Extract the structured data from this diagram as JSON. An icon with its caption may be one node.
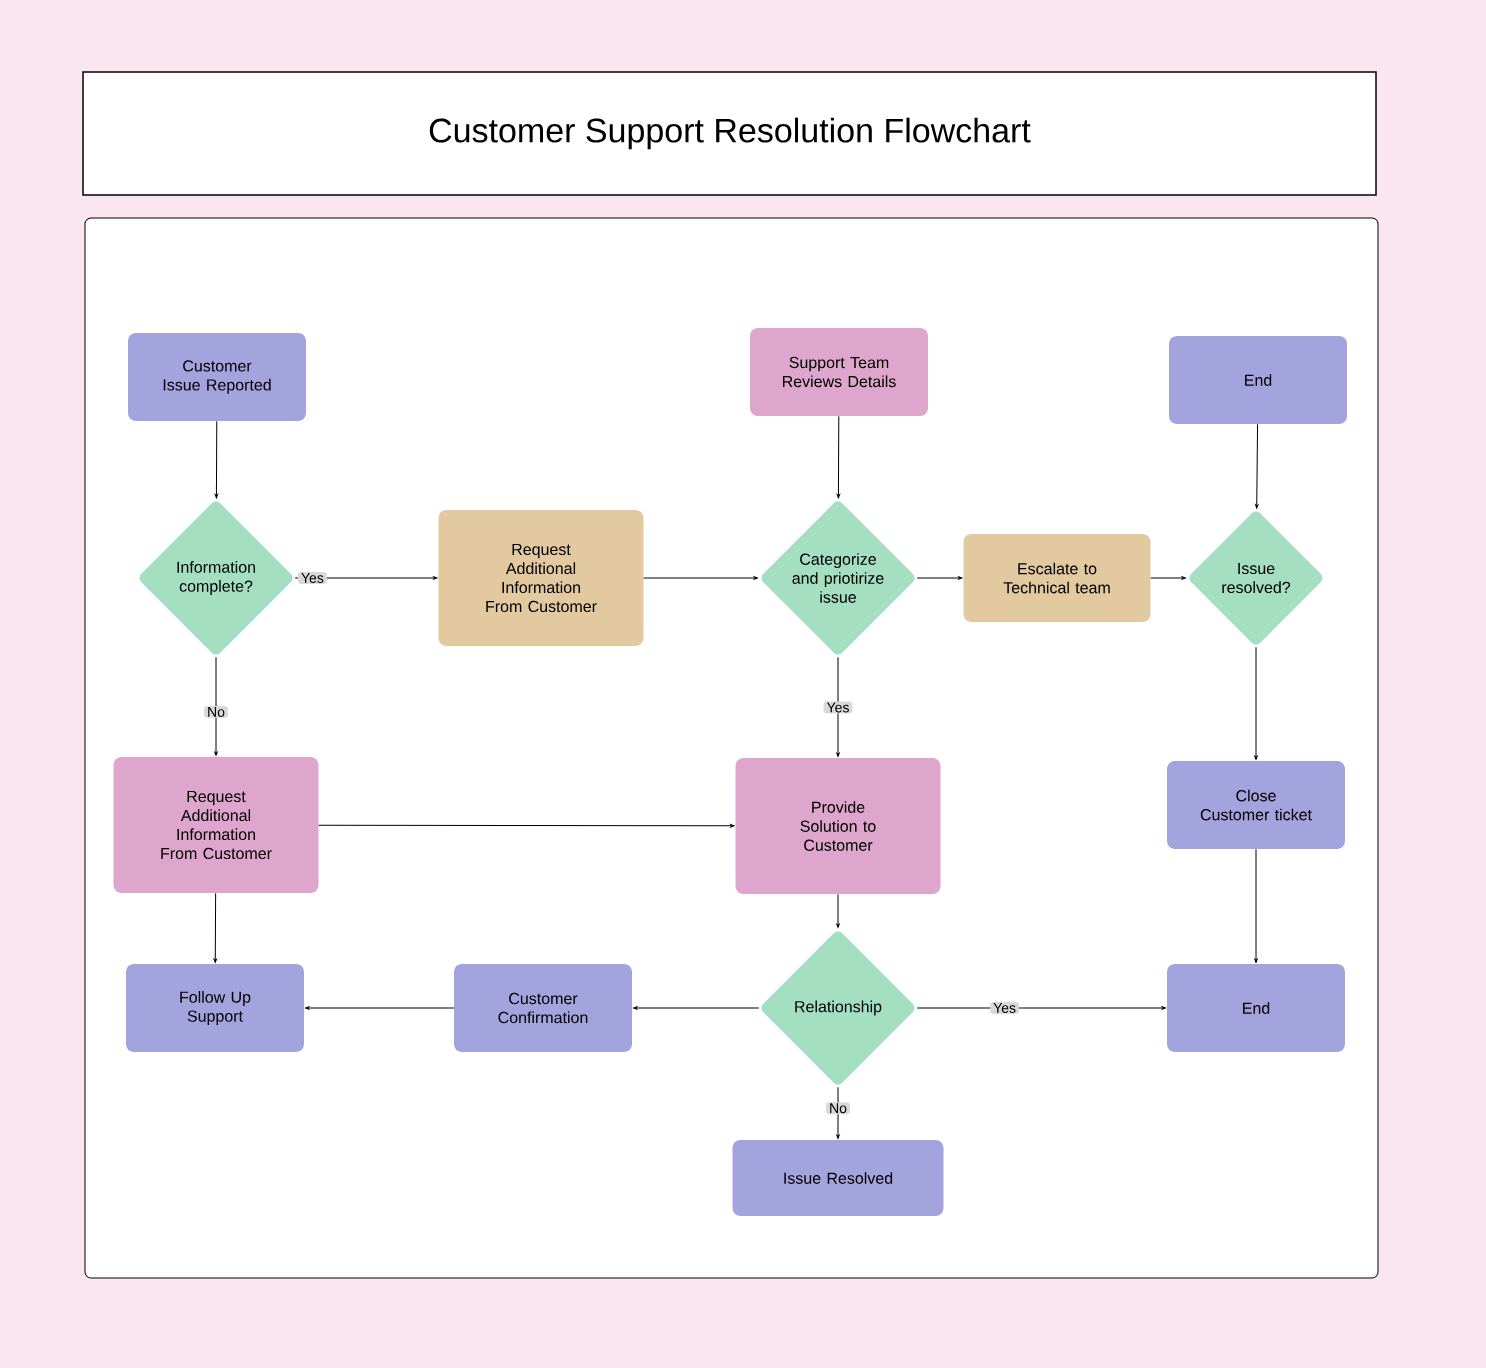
{
  "diagram": {
    "title": "Customer Support Resolution Flowchart",
    "nodes": [
      {
        "text": [
          "Customer Issue Reported"
        ]
      },
      {
        "text": [
          "Support Team Reviews Details"
        ]
      },
      {
        "text": [
          "End"
        ]
      },
      {
        "text": [
          "Information complete?"
        ]
      },
      {
        "text": [
          "Request Additional Information From Customer"
        ]
      },
      {
        "text": [
          "Categorize and priotirize issue"
        ]
      },
      {
        "text": [
          "Escalate to Technical team"
        ]
      },
      {
        "text": [
          "Issue resolved?"
        ]
      },
      {
        "text": [
          "Request Additional Information From Customer"
        ]
      },
      {
        "text": [
          "Provide Solution to Customer"
        ]
      },
      {
        "text": [
          "Close Customer ticket"
        ]
      },
      {
        "text": [
          "Follow Up Support"
        ]
      },
      {
        "text": [
          "Customer Confirmation"
        ]
      },
      {
        "text": [
          "Relationship"
        ]
      },
      {
        "text": [
          "End"
        ]
      },
      {
        "text": [
          "Issue Resolved"
        ]
      }
    ],
    "edges": [
      {
        "from": 0,
        "to": 3,
        "arrow": "to"
      },
      {
        "from": 3,
        "to": 4,
        "arrow": "to",
        "label": "Yes"
      },
      {
        "from": 4,
        "to": 5,
        "arrow": "to"
      },
      {
        "from": 1,
        "to": 5,
        "arrow": "to"
      },
      {
        "from": 5,
        "to": 6,
        "arrow": "to"
      },
      {
        "from": 6,
        "to": 7,
        "arrow": "to"
      },
      {
        "from": 2,
        "to": 7,
        "arrow": "to"
      },
      {
        "from": 7,
        "to": 10,
        "arrow": "to"
      },
      {
        "from": 3,
        "to": 8,
        "arrow": "to",
        "label": "No"
      },
      {
        "from": 5,
        "to": 9,
        "arrow": "to",
        "label": "Yes"
      },
      {
        "from": 8,
        "to": 9,
        "arrow": "to"
      },
      {
        "from": 10,
        "to": 14,
        "arrow": "to"
      },
      {
        "from": 9,
        "to": 13,
        "arrow": "to"
      },
      {
        "from": 8,
        "to": 11,
        "arrow": "to"
      },
      {
        "from": 12,
        "to": 11,
        "arrow": "to"
      },
      {
        "from": 13,
        "to": 12,
        "arrow": "to"
      },
      {
        "from": 13,
        "to": 14,
        "arrow": "to",
        "label": "Yes"
      },
      {
        "from": 13,
        "to": 15,
        "arrow": "to",
        "label": "No"
      }
    ]
  }
}
